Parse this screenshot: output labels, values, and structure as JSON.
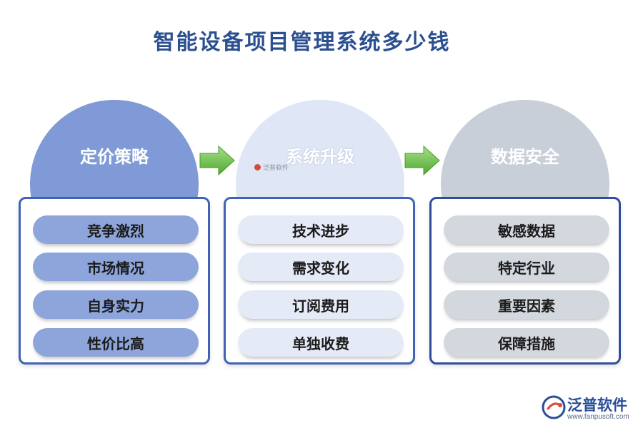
{
  "title": "智能设备项目管理系统多少钱",
  "categories": [
    {
      "heading": "定价策略",
      "items": [
        "竞争激烈",
        "市场情况",
        "自身实力",
        "性价比高"
      ]
    },
    {
      "heading": "系统升级",
      "items": [
        "技术进步",
        "需求变化",
        "订阅费用",
        "单独收费"
      ]
    },
    {
      "heading": "数据安全",
      "items": [
        "敏感数据",
        "特定行业",
        "重要因素",
        "保障措施"
      ]
    }
  ],
  "watermark": "泛普软件",
  "logo": {
    "name": "泛普软件",
    "url": "www.fanpusoft.com"
  },
  "colors": {
    "title": "#2b4f8f",
    "circle_1": "#7f9ad6",
    "circle_2": "#dfe6f5",
    "circle_3": "#c9cfd9",
    "panel_border": "#3f63b6",
    "arrow": "#6cc04a"
  }
}
